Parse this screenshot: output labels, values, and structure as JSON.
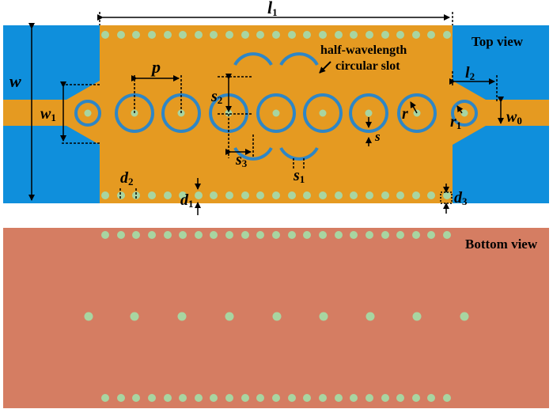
{
  "top_view": {
    "title": "Top view",
    "annotation": "half-wavelength circular slot",
    "annotation_line1": "half-wavelength",
    "annotation_line2": "circular slot",
    "colors": {
      "substrate_exposed": "#0f8fdc",
      "metal": "#e59a21",
      "slot": "#2e86c6",
      "via": "#a8d5a1"
    },
    "labels": {
      "l1": "l",
      "l1_sub": "1",
      "l2": "l",
      "l2_sub": "2",
      "w": "w",
      "w1": "w",
      "w1_sub": "1",
      "w0": "w",
      "w0_sub": "0",
      "p": "p",
      "s": "s",
      "s1": "s",
      "s1_sub": "1",
      "s2": "s",
      "s2_sub": "2",
      "s3": "s",
      "s3_sub": "3",
      "r": "r",
      "r1": "r",
      "r1_sub": "1",
      "d1": "d",
      "d1_sub": "1",
      "d2": "d",
      "d2_sub": "2",
      "d3": "d",
      "d3_sub": "3"
    }
  },
  "bottom_view": {
    "title": "Bottom view",
    "colors": {
      "ground": "#d57d62",
      "via": "#a8d5a1"
    }
  }
}
